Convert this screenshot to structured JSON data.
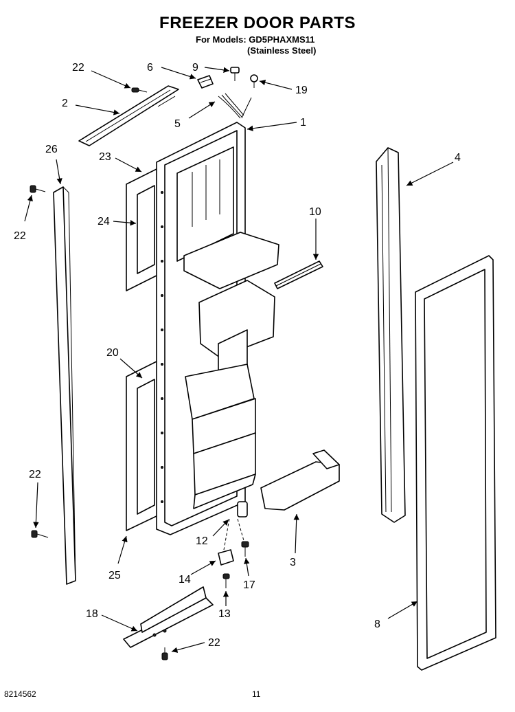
{
  "title": "FREEZER DOOR PARTS",
  "models_line": "For Models: GD5PHAXMS11",
  "models_sub": "(Stainless Steel)",
  "footer": {
    "doc_number": "8214562",
    "page_number": "11"
  },
  "callouts": [
    {
      "id": "c22a",
      "text": "22"
    },
    {
      "id": "c6",
      "text": "6"
    },
    {
      "id": "c9",
      "text": "9"
    },
    {
      "id": "c19",
      "text": "19"
    },
    {
      "id": "c2",
      "text": "2"
    },
    {
      "id": "c5",
      "text": "5"
    },
    {
      "id": "c1",
      "text": "1"
    },
    {
      "id": "c26",
      "text": "26"
    },
    {
      "id": "c23",
      "text": "23"
    },
    {
      "id": "c4",
      "text": "4"
    },
    {
      "id": "c22b",
      "text": "22"
    },
    {
      "id": "c24",
      "text": "24"
    },
    {
      "id": "c10",
      "text": "10"
    },
    {
      "id": "c20",
      "text": "20"
    },
    {
      "id": "c22c",
      "text": "22"
    },
    {
      "id": "c12",
      "text": "12"
    },
    {
      "id": "c3",
      "text": "3"
    },
    {
      "id": "c14",
      "text": "14"
    },
    {
      "id": "c17",
      "text": "17"
    },
    {
      "id": "c25",
      "text": "25"
    },
    {
      "id": "c13",
      "text": "13"
    },
    {
      "id": "c18",
      "text": "18"
    },
    {
      "id": "c8",
      "text": "8"
    },
    {
      "id": "c22d",
      "text": "22"
    }
  ]
}
